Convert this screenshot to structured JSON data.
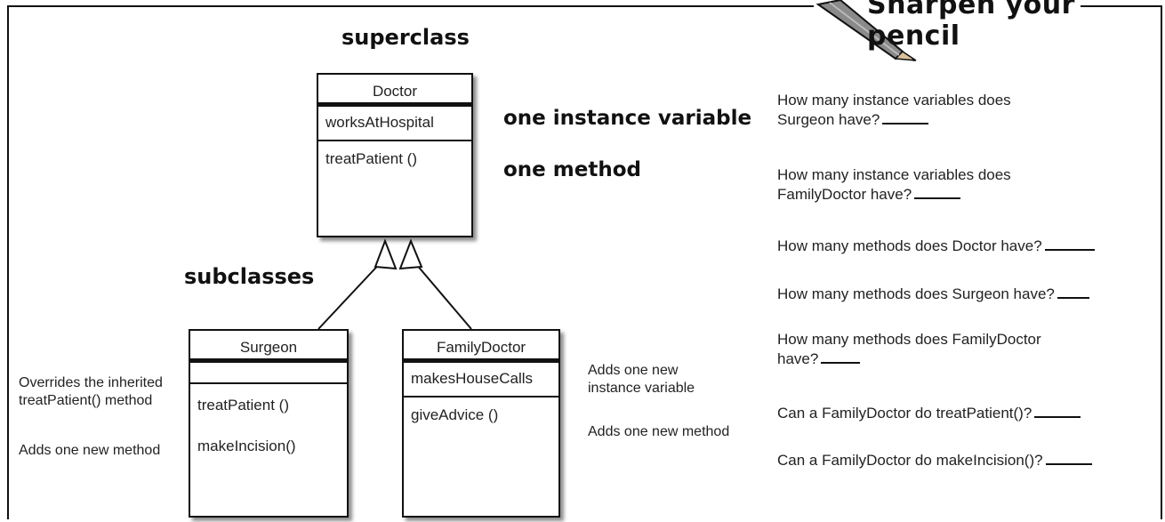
{
  "banner": "Sharpen your pencil",
  "labels": {
    "superclass": "superclass",
    "subclasses": "subclasses",
    "one_instance_variable": "one instance variable",
    "one_method": "one method"
  },
  "classes": {
    "doctor": {
      "name": "Doctor",
      "variables": [
        "worksAtHospital"
      ],
      "methods": [
        "treatPatient ()"
      ]
    },
    "surgeon": {
      "name": "Surgeon",
      "variables": [],
      "methods": [
        "treatPatient ()",
        "makeIncision()"
      ]
    },
    "family_doctor": {
      "name": "FamilyDoctor",
      "variables": [
        "makesHouseCalls"
      ],
      "methods": [
        "giveAdvice ()"
      ]
    }
  },
  "notes": {
    "surgeon_override": [
      "Overrides the inherited",
      "treatPatient() method"
    ],
    "surgeon_new_method": "Adds one new method",
    "family_new_variable": [
      "Adds one new",
      "instance variable"
    ],
    "family_new_method": "Adds one new method"
  },
  "questions": [
    [
      "How many instance variables does",
      "Surgeon have?"
    ],
    [
      "How many instance variables does",
      "FamilyDoctor have?"
    ],
    [
      "How many methods does Doctor have?"
    ],
    [
      "How many methods does Surgeon have?"
    ],
    [
      "How many methods does FamilyDoctor",
      "have?"
    ],
    [
      "Can a FamilyDoctor do treatPatient()?"
    ],
    [
      "Can a FamilyDoctor do makeIncision()?"
    ]
  ],
  "colors": {
    "line": "#111111",
    "text": "#222222",
    "pencil": "#8a8a8a"
  },
  "icons": {
    "pencil": "pencil-icon"
  }
}
